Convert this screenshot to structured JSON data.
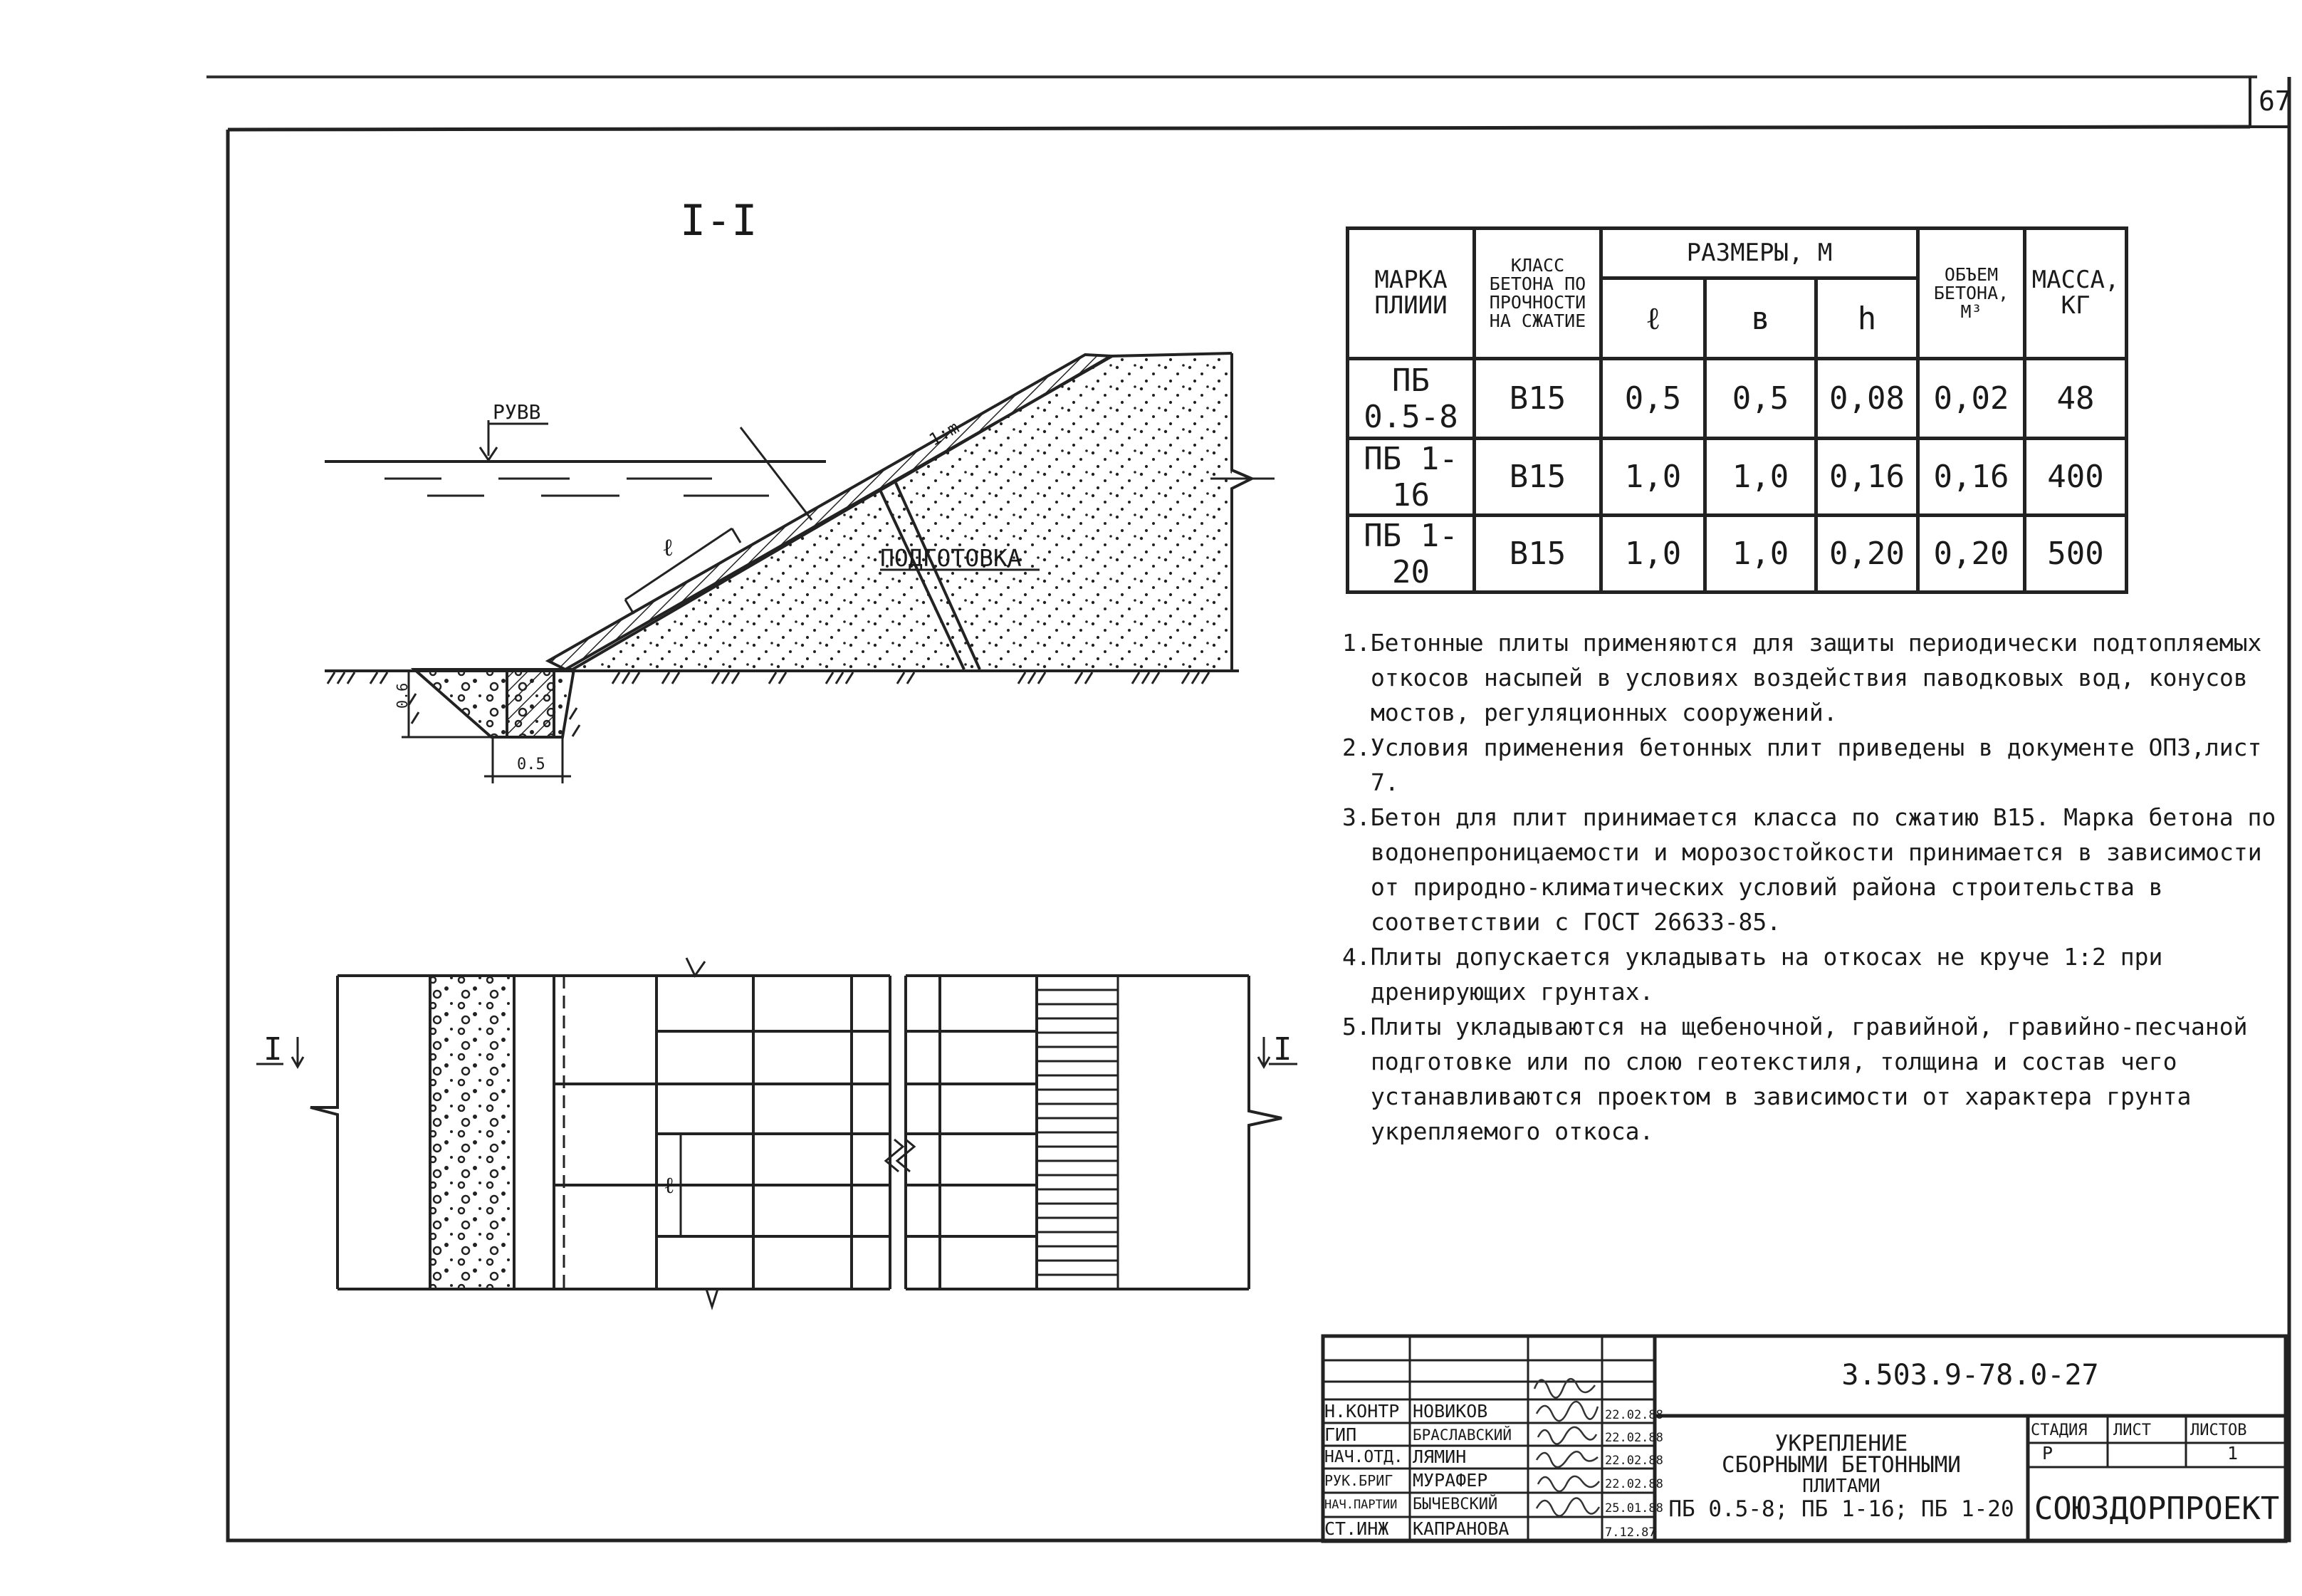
{
  "page_number": "67",
  "section": {
    "title": "I-I",
    "left_marker": "I",
    "right_marker": "I"
  },
  "drawing": {
    "water_level_label": "РУВВ",
    "slope_ratio_label": "1:m",
    "length_label": "ℓ",
    "subbase_label": "ПОДГОТОВКА",
    "depth_dim": "0.6",
    "width_dim": "0.5",
    "plan_length_label": "ℓ"
  },
  "table": {
    "headers": {
      "mark": "МАРКА ПЛИИИ",
      "concrete_class": "КЛАСС БЕТОНА ПО ПРОЧНОСТИ НА СЖАТИЕ",
      "dimensions": "РАЗМЕРЫ, М",
      "l": "ℓ",
      "b": "в",
      "h": "h",
      "volume": "ОБЪЕМ БЕТОНА, М³",
      "mass": "МАССА, КГ"
    },
    "rows": [
      {
        "mark": "ПБ 0.5-8",
        "cls": "В15",
        "l": "0,5",
        "b": "0,5",
        "h": "0,08",
        "vol": "0,02",
        "mass": "48"
      },
      {
        "mark": "ПБ 1-16",
        "cls": "В15",
        "l": "1,0",
        "b": "1,0",
        "h": "0,16",
        "vol": "0,16",
        "mass": "400"
      },
      {
        "mark": "ПБ 1-20",
        "cls": "В15",
        "l": "1,0",
        "b": "1,0",
        "h": "0,20",
        "vol": "0,20",
        "mass": "500"
      }
    ]
  },
  "notes": [
    "1.Бетонные плиты применяются для защиты периодически подтопляемых откосов насыпей в условиях воздействия паводковых вод, конусов мостов, регуляционных сооружений.",
    "2.Условия применения бетонных плит приведены в документе ОПЗ,лист 7.",
    "3.Бетон для плит принимается класса по сжатию В15. Марка бетона по водонепроницаемости и морозостойкости принимается в зависимости от природно-климатических условий района строительства в соответствии с ГОСТ 26633-85.",
    "4.Плиты допускается укладывать на откосах не круче 1:2 при дренирующих грунтах.",
    "5.Плиты укладываются на щебеночной, гравийной, гравийно-песчаной подготовке или по слою геотекстиля, толщина и состав чего устанавливаются проектом в зависимости от характера грунта укрепляемого откоса."
  ],
  "stamp": {
    "doc_code": "3.503.9-78.0-27",
    "title": [
      "УКРЕПЛЕНИЕ",
      "СБОРНЫМИ БЕТОННЫМИ",
      "ПЛИТАМИ",
      "ПБ 0.5-8; ПБ 1-16; ПБ 1-20"
    ],
    "stage_header": "СТАДИЯ",
    "sheet_header": "ЛИСТ",
    "sheets_header": "ЛИСТОВ",
    "stage": "Р",
    "sheet": "",
    "sheets": "1",
    "organization": "СОЮЗДОРПРОЕКТ",
    "people": [
      {
        "role": "Н.КОНТР",
        "name": "НОВИКОВ",
        "date": "22.02.88"
      },
      {
        "role": "ГИП",
        "name": "БРАСЛАВСКИЙ",
        "date": "22.02.88"
      },
      {
        "role": "НАЧ.ОТД.",
        "name": "ЛЯМИН",
        "date": "22.02.88"
      },
      {
        "role": "РУК.БРИГ",
        "name": "МУРАФЕР",
        "date": "22.02.88"
      },
      {
        "role": "НАЧ.ПАРТИИ",
        "name": "БЫЧЕВСКИЙ",
        "date": "25.01.88"
      },
      {
        "role": "СТ.ИНЖ",
        "name": "КАПРАНОВА",
        "date": "7.12.87"
      }
    ]
  }
}
